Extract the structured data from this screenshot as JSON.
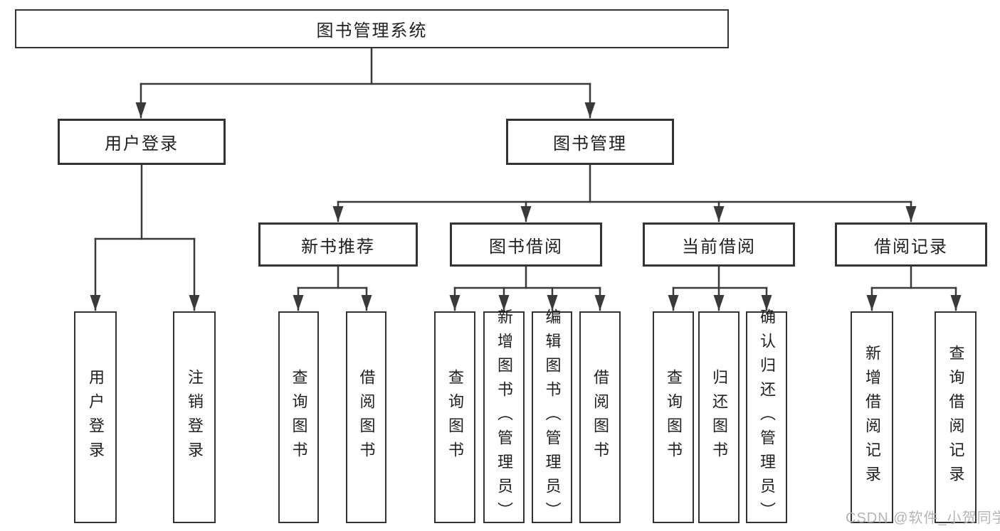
{
  "diagram_title": "图书管理系统",
  "tree": {
    "root": {
      "label": "图书管理系统",
      "children": [
        {
          "label": "用户登录",
          "children": [
            {
              "label": "用户登录"
            },
            {
              "label": "注销登录"
            }
          ]
        },
        {
          "label": "图书管理",
          "children": [
            {
              "label": "新书推荐",
              "children": [
                {
                  "label": "查询图书"
                },
                {
                  "label": "借阅图书"
                }
              ]
            },
            {
              "label": "图书借阅",
              "children": [
                {
                  "label": "查询图书"
                },
                {
                  "label": "新增图书（管理员）"
                },
                {
                  "label": "编辑图书（管理员）"
                },
                {
                  "label": "借阅图书"
                }
              ]
            },
            {
              "label": "当前借阅",
              "children": [
                {
                  "label": "查询图书"
                },
                {
                  "label": "归还图书"
                },
                {
                  "label": "确认归还（管理员）"
                }
              ]
            },
            {
              "label": "借阅记录",
              "children": [
                {
                  "label": "新增借阅记录"
                },
                {
                  "label": "查询借阅记录"
                }
              ]
            }
          ]
        }
      ]
    }
  },
  "watermark": {
    "text": "CSDN @软件_小贺同学"
  },
  "colors": {
    "line": "#3a3a3a",
    "border": "#333333",
    "text": "#1f1f1f",
    "watermark_text": "#b4b4b4",
    "background": "#ffffff"
  }
}
